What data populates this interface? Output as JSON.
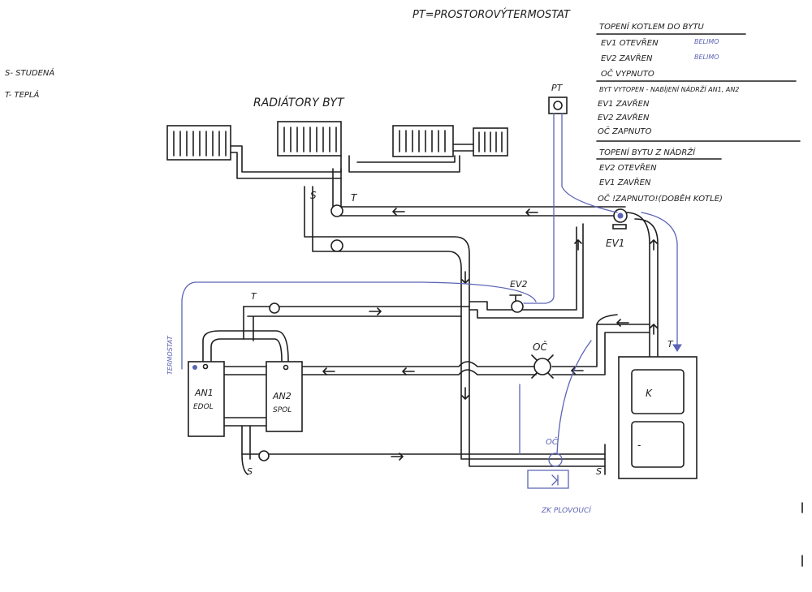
{
  "header": {
    "pt_legend": "PT=PROSTOROVÝTERMOSTAT"
  },
  "legend": {
    "cold": "S- STUDENÁ",
    "warm": "T- TEPLÁ"
  },
  "radiators_label": "RADIÁTORY BYT",
  "modes": [
    {
      "title": "TOPENÍ KOTLEM DO BYTU",
      "lines": [
        {
          "text": "EV1 OTEVŘEN",
          "note": "BELIMO"
        },
        {
          "text": "EV2 ZAVŘEN",
          "note": "BELIMO"
        },
        {
          "text": "OČ VYPNUTO",
          "note": ""
        }
      ]
    },
    {
      "title": "BYT VYTOPEN - NABÍJENÍ NÁDRŽÍ AN1, AN2",
      "lines": [
        {
          "text": "EV1 ZAVŘEN",
          "note": ""
        },
        {
          "text": "EV2 ZAVŘEN",
          "note": ""
        },
        {
          "text": "OČ ZAPNUTO",
          "note": ""
        }
      ]
    },
    {
      "title": "TOPENÍ BYTU Z NÁDRŽÍ",
      "lines": [
        {
          "text": "EV2 OTEVŘEN",
          "note": ""
        },
        {
          "text": "EV1 ZAVŘEN",
          "note": ""
        },
        {
          "text": "OČ !ZAPNUTO!(DOBĚH KOTLE)",
          "note": ""
        }
      ]
    }
  ],
  "labels": {
    "pt": "PT",
    "ev1": "EV1",
    "ev2": "EV2",
    "pump_main": "OČ",
    "pump_low": "OČ",
    "zk": "ZK PLOVOUCÍ",
    "termostat": "TERMOSTAT",
    "s_riser": "S",
    "t_riser": "T",
    "t_tank": "T",
    "s_tank": "S",
    "t_boiler": "T",
    "s_boiler": "S",
    "boiler_k": "K",
    "boiler_dash": "-",
    "tank1_line1": "AN1",
    "tank1_line2": "EDOL",
    "tank2_line1": "AN2",
    "tank2_line2": "SPOL"
  },
  "colors": {
    "ink": "#1e1e1e",
    "control": "#5b63b5"
  }
}
